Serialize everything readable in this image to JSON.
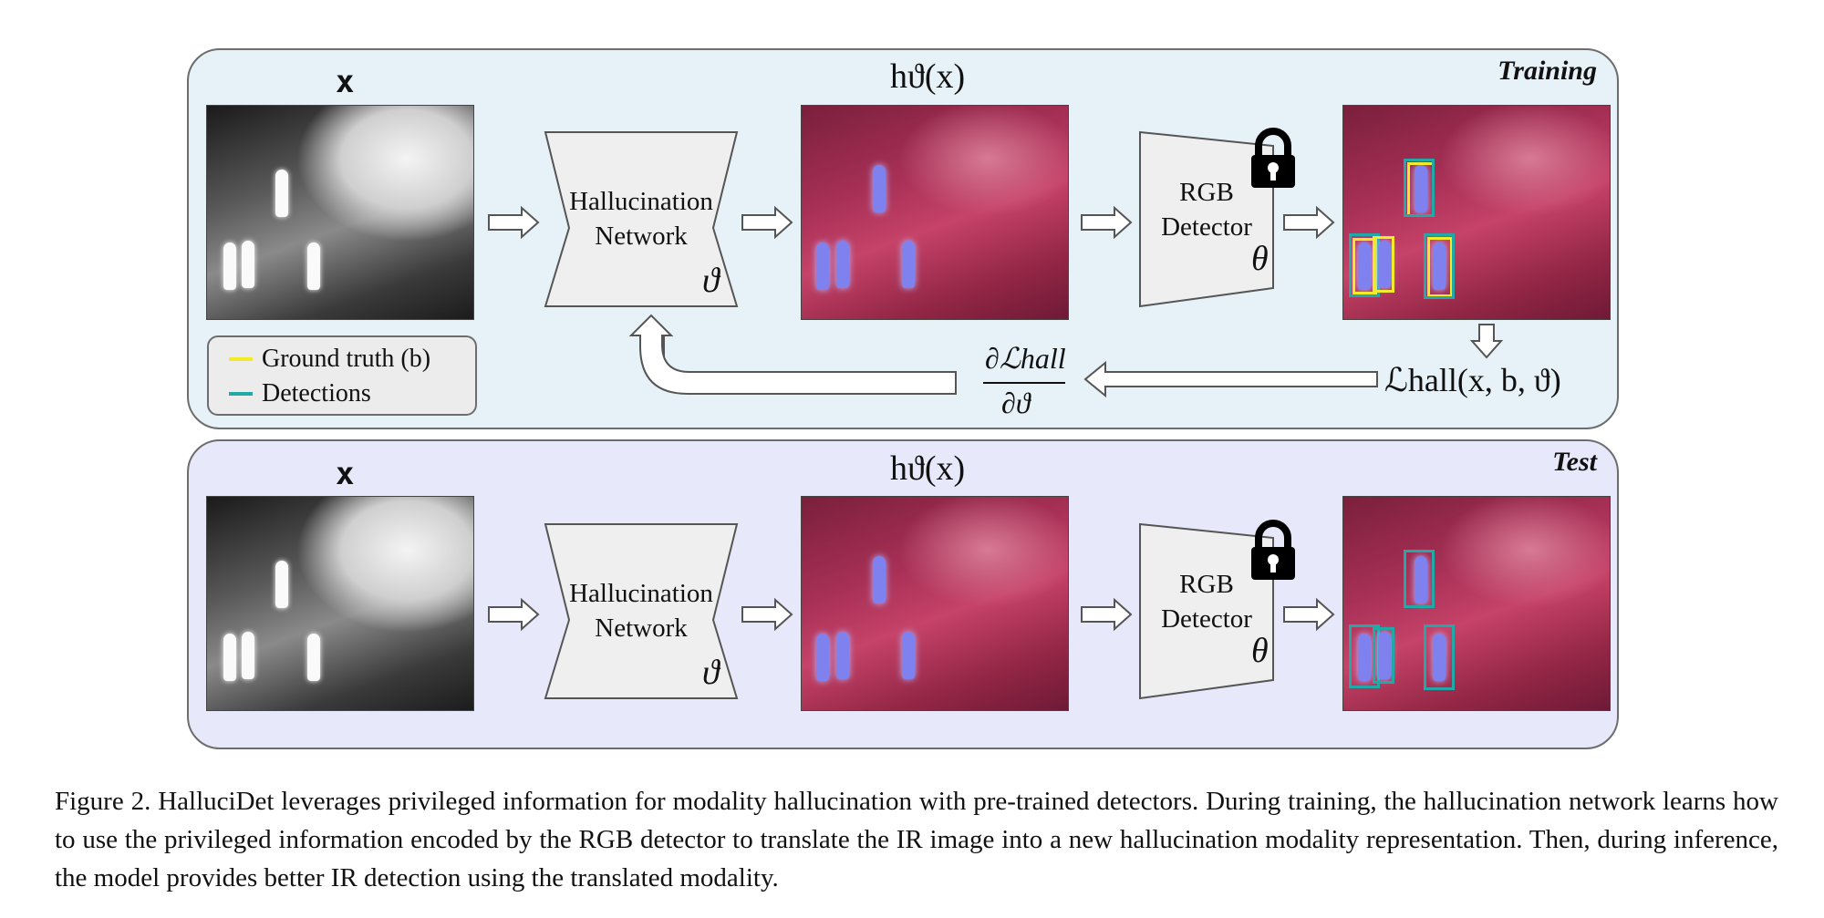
{
  "training": {
    "panel_label": "Training",
    "input_label": "x",
    "hall_output_label": "hϑ(x)",
    "network_label_1": "Hallucination",
    "network_label_2": "Network",
    "network_param": "ϑ",
    "detector_label_1": "RGB",
    "detector_label_2": "Detector",
    "detector_param": "θ",
    "loss_label": "ℒhall(x, b, ϑ)",
    "gradient_numerator": "∂ℒhall",
    "gradient_denominator": "∂ϑ"
  },
  "test": {
    "panel_label": "Test",
    "input_label": "x",
    "hall_output_label": "hϑ(x)",
    "network_label_1": "Hallucination",
    "network_label_2": "Network",
    "network_param": "ϑ",
    "detector_label_1": "RGB",
    "detector_label_2": "Detector",
    "detector_param": "θ"
  },
  "legend": {
    "ground_truth": "Ground truth (b)",
    "detections": "Detections",
    "ground_truth_color": "#f2ea2a",
    "detections_color": "#23a8a8"
  },
  "icons": {
    "detector_lock": "lock-icon"
  },
  "caption": "Figure 2. HalluciDet leverages privileged information for modality hallucination with pre-trained detectors. During training, the hallucination network learns how to use the privileged information encoded by the RGB detector to translate the IR image into a new hallucination modality representation. Then, during inference, the model provides better IR detection using the translated modality."
}
